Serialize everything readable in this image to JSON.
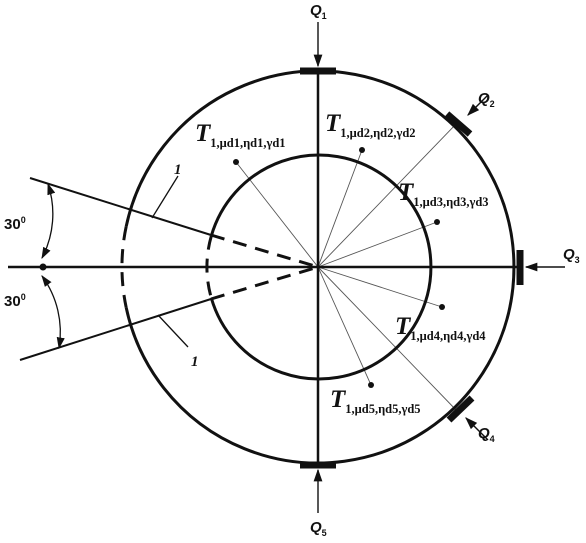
{
  "heat_flows": [
    {
      "main": "Q",
      "sub": "1"
    },
    {
      "main": "Q",
      "sub": "2"
    },
    {
      "main": "Q",
      "sub": "3"
    },
    {
      "main": "Q",
      "sub": "4"
    },
    {
      "main": "Q",
      "sub": "5"
    }
  ],
  "points": [
    {
      "main": "T",
      "sub": "1,μd1,ηd1,γd1"
    },
    {
      "main": "T",
      "sub": "1,μd2,ηd2,γd2"
    },
    {
      "main": "T",
      "sub": "1,μd3,ηd3,γd3"
    },
    {
      "main": "T",
      "sub": "1,μd4,ηd4,γd4"
    },
    {
      "main": "T",
      "sub": "1,μd5,ηd5,γd5"
    }
  ],
  "angles": [
    {
      "value": "30",
      "unit": "0"
    },
    {
      "value": "30",
      "unit": "0"
    }
  ],
  "callouts": [
    "1",
    "1"
  ]
}
